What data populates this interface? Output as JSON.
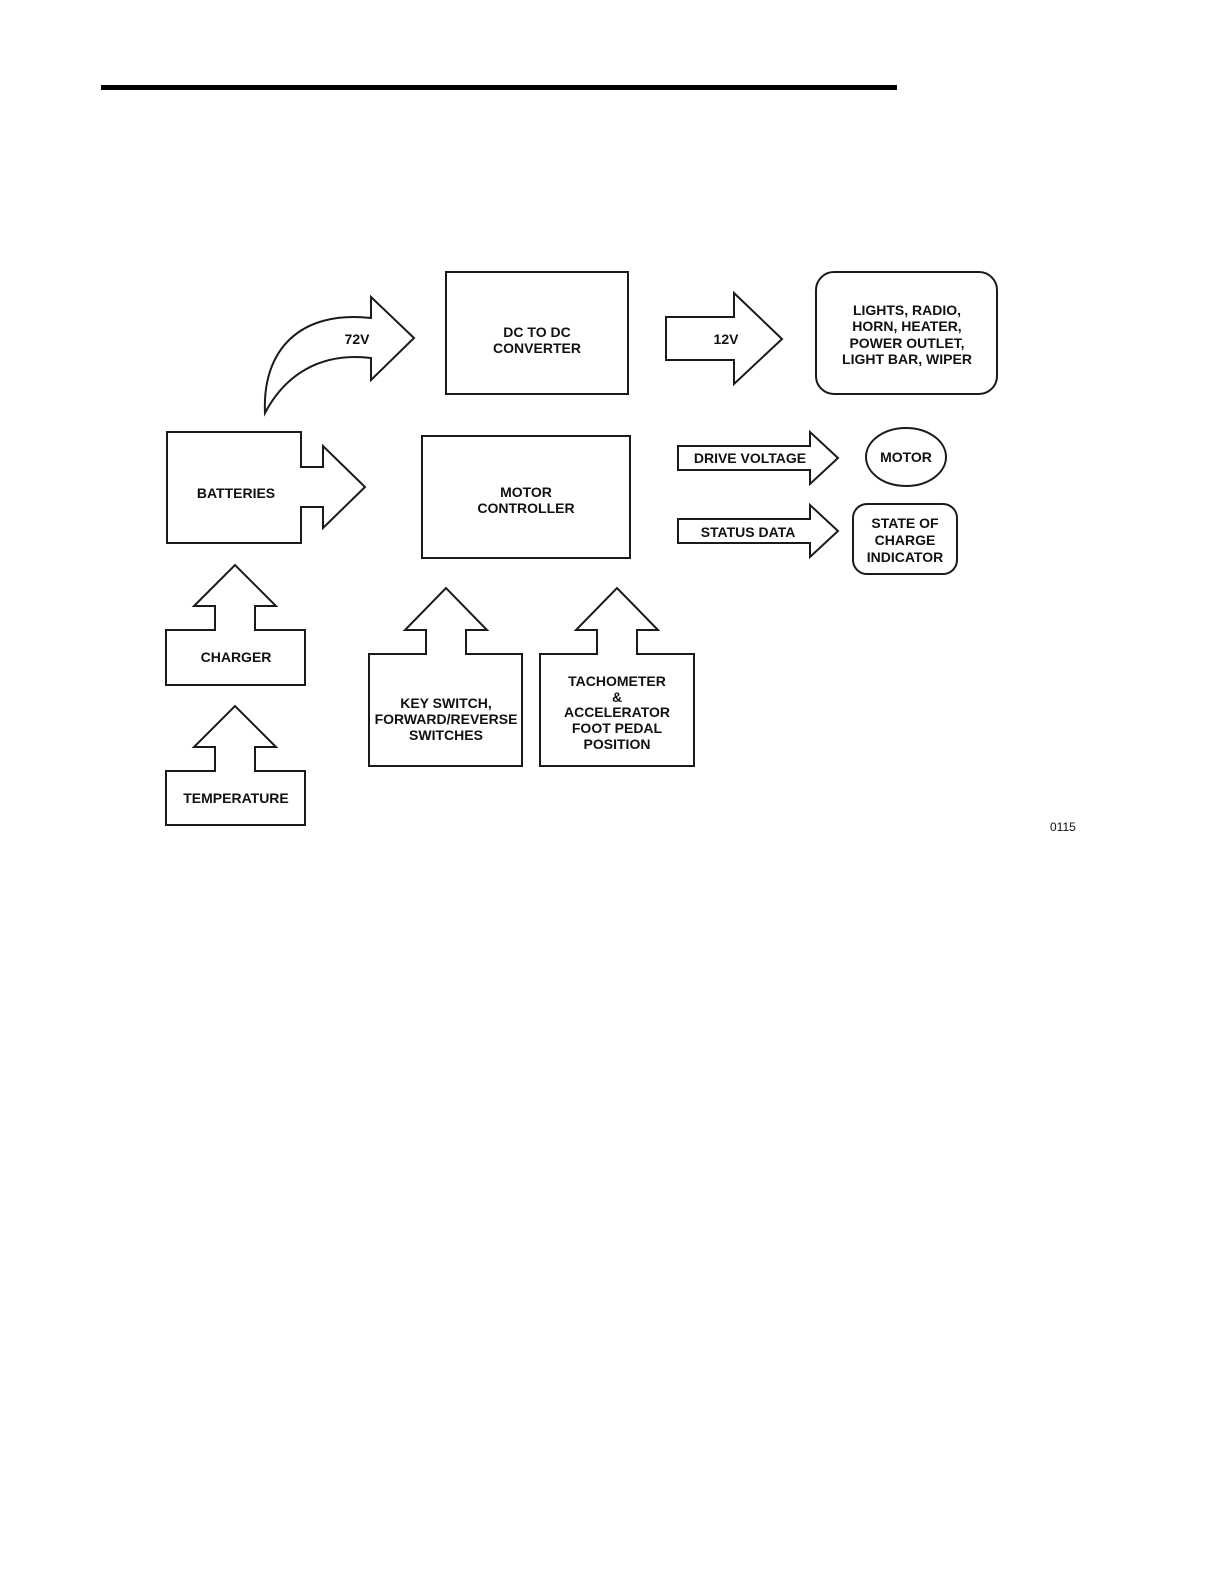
{
  "nodes": {
    "dc_converter": [
      "DC TO DC",
      "CONVERTER"
    ],
    "accessories": [
      "LIGHTS, RADIO,",
      "HORN, HEATER,",
      "POWER OUTLET,",
      "LIGHT BAR, WIPER"
    ],
    "batteries": [
      "BATTERIES"
    ],
    "motor_controller": [
      "MOTOR",
      "CONTROLLER"
    ],
    "motor": [
      "MOTOR"
    ],
    "soc_indicator": [
      "STATE OF",
      "CHARGE",
      "INDICATOR"
    ],
    "charger": [
      "CHARGER"
    ],
    "temperature": [
      "TEMPERATURE"
    ],
    "key_switch": [
      "KEY SWITCH,",
      "FORWARD/REVERSE",
      "SWITCHES"
    ],
    "tachometer": [
      "TACHOMETER",
      "&",
      "ACCELERATOR",
      "FOOT PEDAL",
      "POSITION"
    ]
  },
  "edges": {
    "batteries_to_converter": "72V",
    "converter_to_accessories": "12V",
    "controller_to_motor": "DRIVE VOLTAGE",
    "controller_to_indicator": "STATUS DATA"
  },
  "figure_number": "0115"
}
